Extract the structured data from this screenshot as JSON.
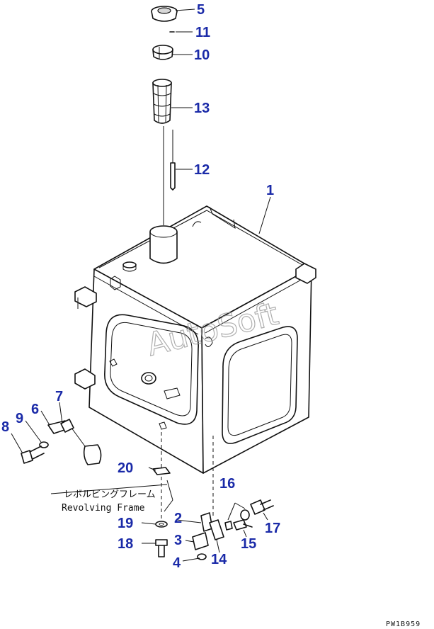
{
  "parts": [
    {
      "id": "p1",
      "label": "1"
    },
    {
      "id": "p2",
      "label": "2"
    },
    {
      "id": "p3",
      "label": "3"
    },
    {
      "id": "p4",
      "label": "4"
    },
    {
      "id": "p5",
      "label": "5"
    },
    {
      "id": "p6",
      "label": "6"
    },
    {
      "id": "p7",
      "label": "7"
    },
    {
      "id": "p8",
      "label": "8"
    },
    {
      "id": "p9",
      "label": "9"
    },
    {
      "id": "p10",
      "label": "10"
    },
    {
      "id": "p11",
      "label": "11"
    },
    {
      "id": "p12",
      "label": "12"
    },
    {
      "id": "p13",
      "label": "13"
    },
    {
      "id": "p14",
      "label": "14"
    },
    {
      "id": "p15",
      "label": "15"
    },
    {
      "id": "p16",
      "label": "16"
    },
    {
      "id": "p17",
      "label": "17"
    },
    {
      "id": "p18",
      "label": "18"
    },
    {
      "id": "p19",
      "label": "19"
    },
    {
      "id": "p20",
      "label": "20"
    }
  ],
  "revolving_frame_jp": "レボルビングフレーム",
  "revolving_frame_en": "Revolving Frame",
  "watermark": "AutoSoft",
  "drawing_code": "PW1B959",
  "colors": {
    "label_blue": "#1a2aa8",
    "line": "#111111",
    "watermark": "#9a9a9a"
  }
}
